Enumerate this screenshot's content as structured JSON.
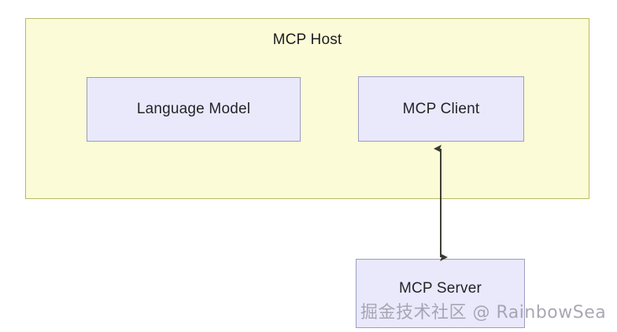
{
  "diagram": {
    "type": "architecture-block-diagram",
    "title": "MCP Host",
    "background_color": "#ffffff",
    "host": {
      "label": "MCP Host",
      "fill_color": "#fbfbd7",
      "border_color": "#b9b96a"
    },
    "nodes": [
      {
        "id": "language-model",
        "label": "Language Model",
        "fill_color": "#e9e9fb",
        "border_color": "#9b9bc2",
        "inside_host": true
      },
      {
        "id": "mcp-client",
        "label": "MCP Client",
        "fill_color": "#e9e9fb",
        "border_color": "#9b9bc2",
        "inside_host": true
      },
      {
        "id": "mcp-server",
        "label": "MCP Server",
        "fill_color": "#e9e9fb",
        "border_color": "#9b9bc2",
        "inside_host": false
      }
    ],
    "connectors": [
      {
        "id": "client-server-link",
        "from": "mcp-client",
        "to": "mcp-server",
        "direction": "bidirectional",
        "style": "solid",
        "color": "#3a3a30"
      }
    ],
    "watermark": "掘金技术社区 @ RainbowSea"
  }
}
